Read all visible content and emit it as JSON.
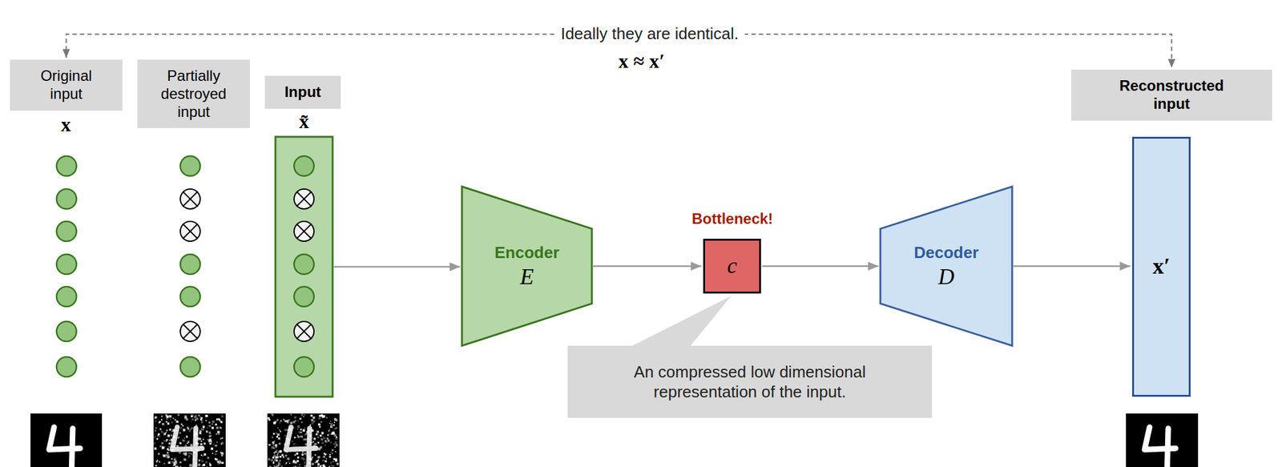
{
  "diagram": {
    "nodes": [
      {
        "text": [
          "Original input"
        ]
      },
      {
        "text": [
          "Partially destroyed input"
        ]
      },
      {
        "text": [
          "Input"
        ]
      },
      {
        "text": [
          "x̃"
        ]
      },
      {
        "text": [
          "Encoder",
          "E"
        ]
      },
      {
        "text": [
          "c"
        ]
      },
      {
        "text": [
          "Decoder",
          "D"
        ]
      },
      {
        "text": [
          "x′"
        ]
      },
      {
        "text": [
          "Reconstructed input"
        ]
      },
      {
        "text": [
          "An compressed low dimensional representation of the input."
        ]
      }
    ],
    "edges": [
      {
        "from": 0,
        "to": 8,
        "arrow": "both",
        "label": "Ideally they are identical."
      },
      {
        "from": 3,
        "to": 4,
        "arrow": "to"
      },
      {
        "from": 4,
        "to": 5,
        "arrow": "to"
      },
      {
        "from": 5,
        "to": 6,
        "arrow": "to"
      },
      {
        "from": 6,
        "to": 7,
        "arrow": "to"
      }
    ],
    "labels": [
      "x ≈ x′",
      "x",
      "Bottleneck!"
    ]
  }
}
